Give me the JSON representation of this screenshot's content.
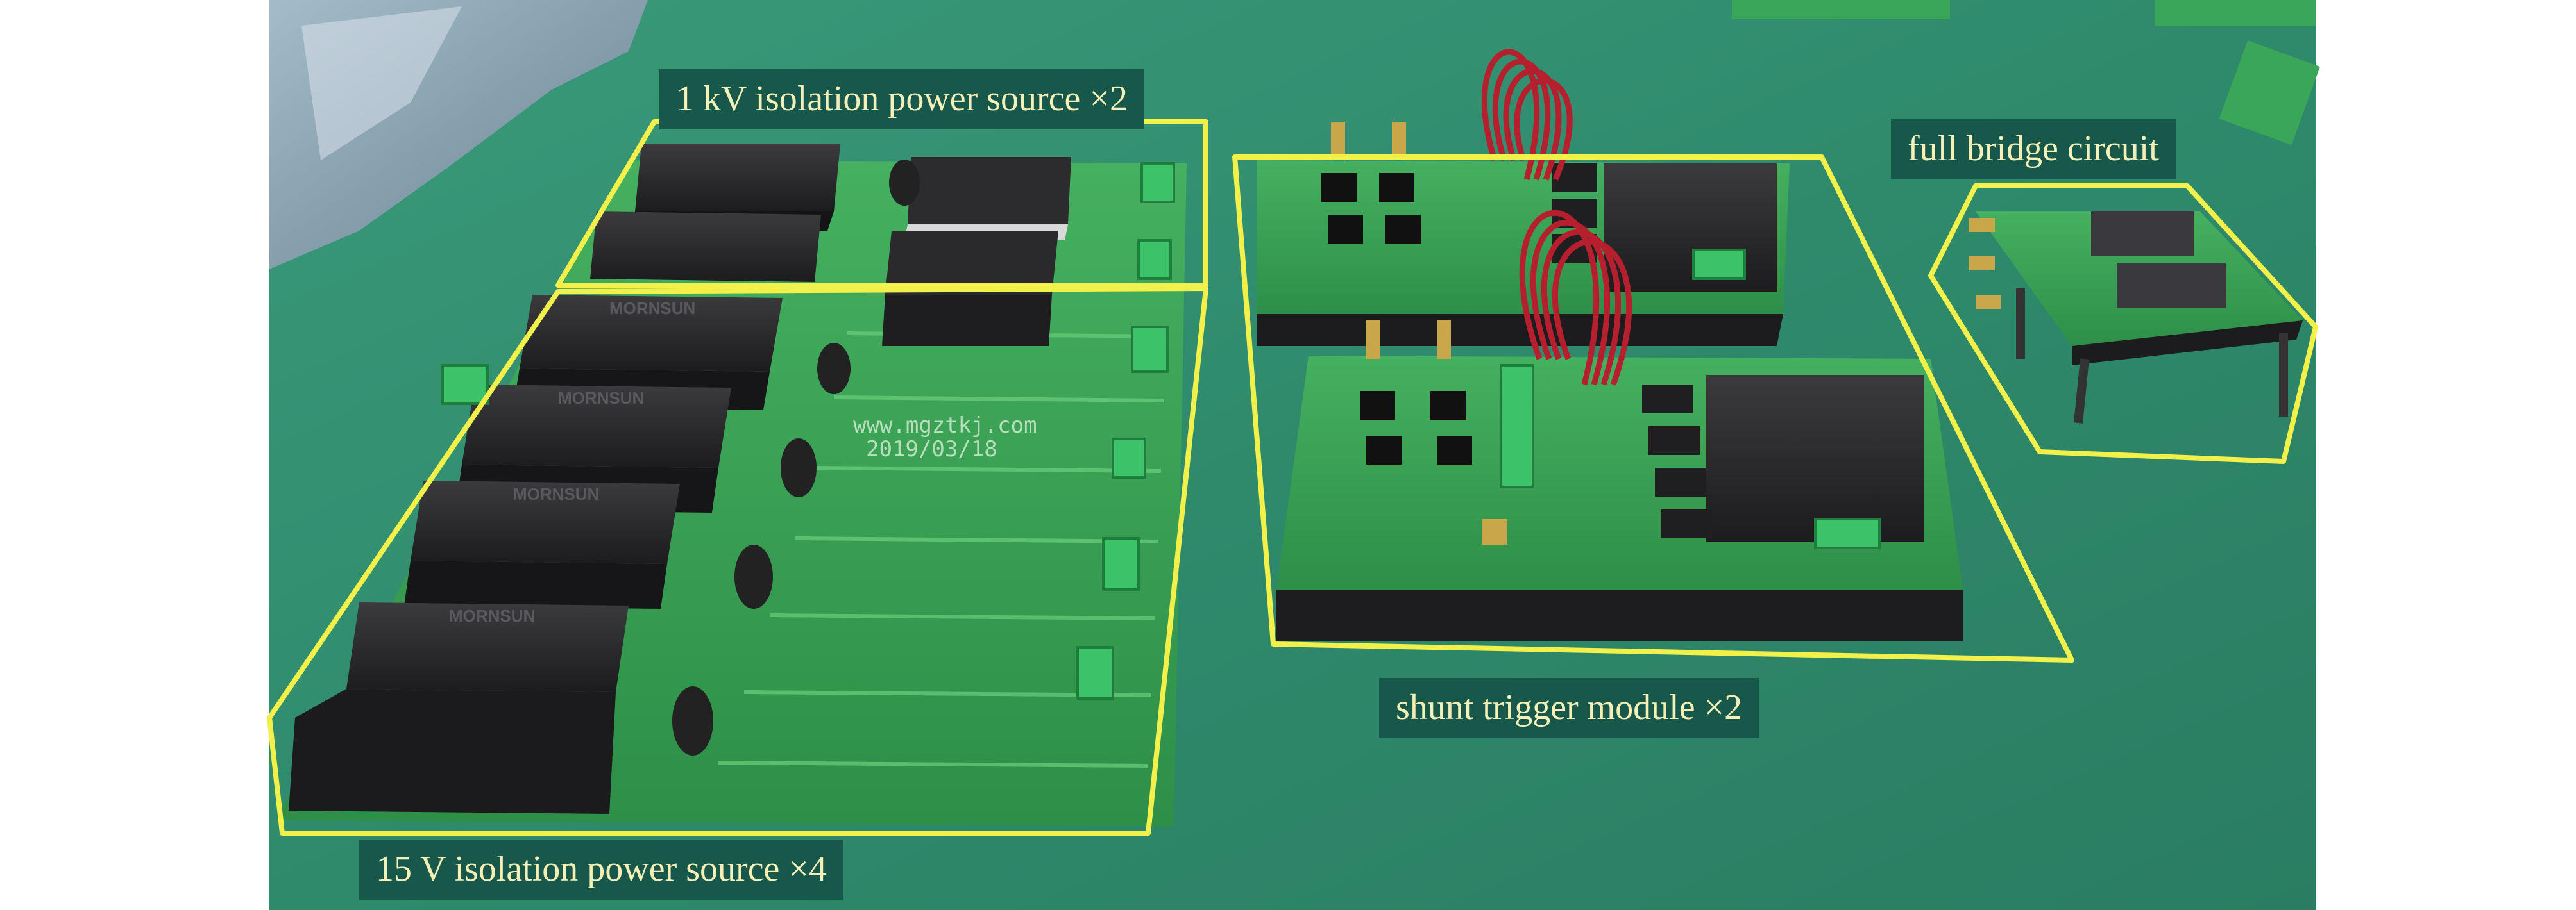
{
  "photo": {
    "labels": {
      "kv_source": "1 kV isolation power source ×2",
      "full_bridge": "full bridge circuit",
      "shunt_trigger": "shunt trigger module ×2",
      "v15_source": "15 V isolation power source ×4"
    },
    "board_marking": {
      "url": "www.mgztkj.com",
      "date": "2019/03/18"
    },
    "module_brand": "MORNSUN",
    "colors": {
      "background_green": "#2f8f6f",
      "pcb_green": "#3aa65a",
      "outline_yellow": "#f2f04a",
      "label_bg": "#17584a",
      "label_text": "#f4f0b8"
    }
  }
}
